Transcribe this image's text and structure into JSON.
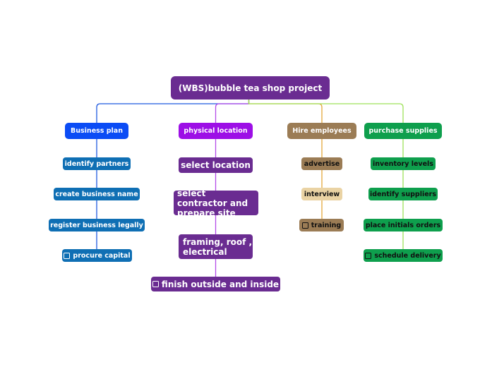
{
  "root": {
    "label": "(WBS)bubble tea shop project",
    "color": "#6a2c91"
  },
  "branches": [
    {
      "label": "Business plan",
      "color": "#0b4cf5",
      "line": "#1f5ae0",
      "children": [
        {
          "label": "identify partners",
          "color": "#0f6fb4",
          "checkbox": false
        },
        {
          "label": "create business name",
          "color": "#0f6fb4",
          "checkbox": false
        },
        {
          "label": "register business legally",
          "color": "#0f6fb4",
          "checkbox": false
        },
        {
          "label": "procure capital",
          "color": "#0f6fb4",
          "checkbox": true
        }
      ]
    },
    {
      "label": "physical location",
      "color": "#9d0fe6",
      "line": "#b44be8",
      "children": [
        {
          "label": "select location",
          "color": "#6a2c91",
          "checkbox": false
        },
        {
          "label": "select contractor and prepare site",
          "color": "#6a2c91",
          "checkbox": false
        },
        {
          "label": "framing, roof , electrical",
          "color": "#6a2c91",
          "checkbox": false
        },
        {
          "label": "finish outside and inside",
          "color": "#6a2c91",
          "checkbox": true
        }
      ]
    },
    {
      "label": "Hire employees",
      "color": "#9b7c55",
      "line": "#e3a73a",
      "children": [
        {
          "label": "advertise",
          "color": "#9b7c55",
          "checkbox": false
        },
        {
          "label": "interview",
          "color": "#ead3a4",
          "checkbox": false
        },
        {
          "label": "training",
          "color": "#9b7c55",
          "checkbox": true
        }
      ]
    },
    {
      "label": "purchase supplies",
      "color": "#0e9f4d",
      "line": "#9ee25a",
      "children": [
        {
          "label": "inventory levels",
          "color": "#0e9f4d",
          "checkbox": false
        },
        {
          "label": "identify suppliers",
          "color": "#0e9f4d",
          "checkbox": false
        },
        {
          "label": "place initials orders",
          "color": "#0e9f4d",
          "checkbox": false
        },
        {
          "label": "schedule delivery",
          "color": "#0e9f4d",
          "checkbox": true
        }
      ]
    }
  ]
}
